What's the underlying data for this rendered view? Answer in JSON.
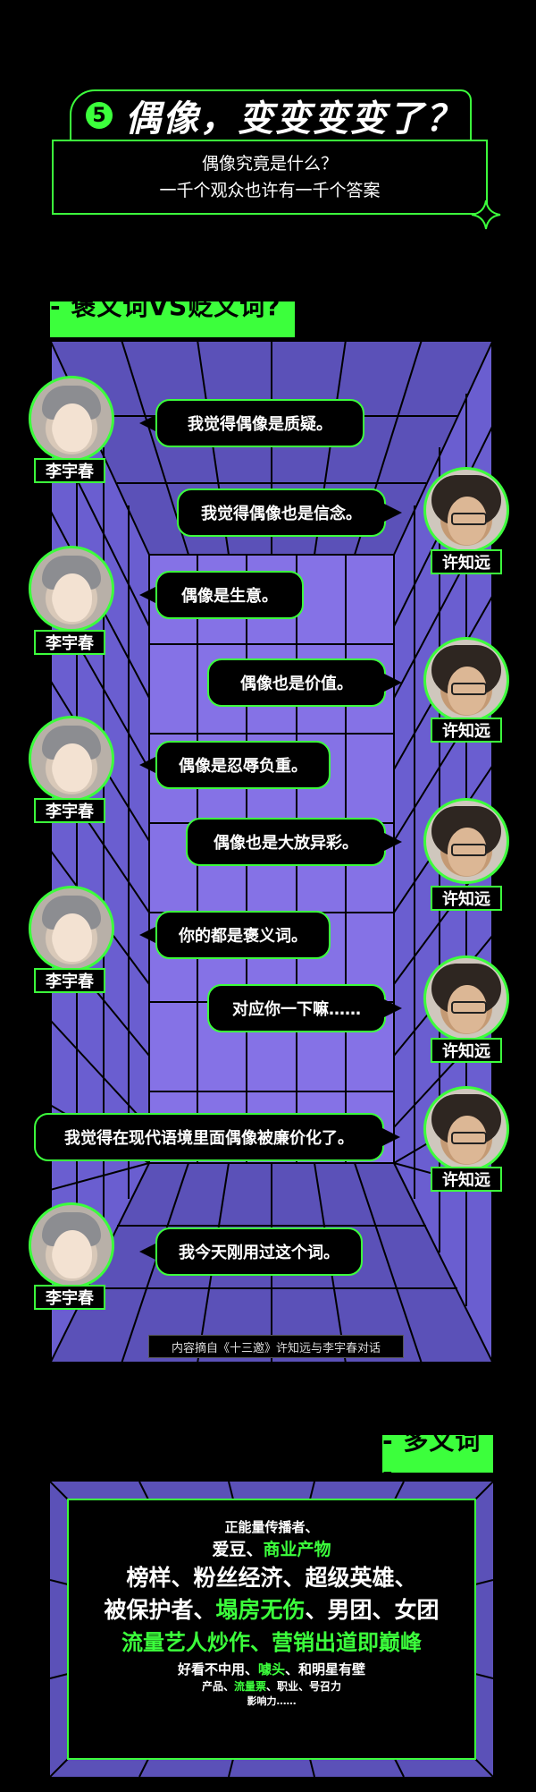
{
  "header": {
    "number": "5",
    "title": "偶像，变变变变了？",
    "question_lines": [
      "偶像究竟是什么？",
      "一千个观众也许有一千个答案"
    ]
  },
  "section1": {
    "tag": "- 褒义词VS贬义词? -"
  },
  "dialog": [
    {
      "speaker": "李宇春",
      "side": "left",
      "text": "我觉得偶像是质疑。"
    },
    {
      "speaker": "许知远",
      "side": "right",
      "text": "我觉得偶像也是信念。"
    },
    {
      "speaker": "李宇春",
      "side": "left",
      "text": "偶像是生意。"
    },
    {
      "speaker": "许知远",
      "side": "right",
      "text": "偶像也是价值。"
    },
    {
      "speaker": "李宇春",
      "side": "left",
      "text": "偶像是忍辱负重。"
    },
    {
      "speaker": "许知远",
      "side": "right",
      "text": "偶像也是大放异彩。"
    },
    {
      "speaker": "李宇春",
      "side": "left",
      "text": "你的都是褒义词。"
    },
    {
      "speaker": "许知远",
      "side": "right",
      "text": "对应你一下嘛……"
    },
    {
      "speaker": "许知远",
      "side": "right",
      "text": "我觉得在现代语境里面偶像被廉价化了。"
    },
    {
      "speaker": "李宇春",
      "side": "left",
      "text": "我今天刚用过这个词。"
    }
  ],
  "credit": "内容摘自《十三邀》许知远与李宇春对话",
  "section2": {
    "tag": "- 多义词 -"
  },
  "word_cloud": [
    [
      {
        "t": "正能量传播者、",
        "c": "w"
      }
    ],
    [
      {
        "t": "爱豆、",
        "c": "w"
      },
      {
        "t": "商业产物",
        "c": "g"
      }
    ],
    [
      {
        "t": "榜样、粉丝经济、超级英雄、",
        "c": "w"
      }
    ],
    [
      {
        "t": "被保护者、",
        "c": "w"
      },
      {
        "t": "塌房无伤",
        "c": "g"
      },
      {
        "t": "、男团、女团",
        "c": "w"
      }
    ],
    [
      {
        "t": "流量艺人炒作、营销出道即巅峰",
        "c": "g"
      }
    ],
    [
      {
        "t": "好看不中用、",
        "c": "w"
      },
      {
        "t": "噱头",
        "c": "g"
      },
      {
        "t": "、和明星有壁",
        "c": "w"
      }
    ],
    [
      {
        "t": "产品、",
        "c": "w"
      },
      {
        "t": "流量票",
        "c": "g"
      },
      {
        "t": "、职业、号召力",
        "c": "w"
      }
    ],
    [
      {
        "t": "影响力……",
        "c": "w"
      }
    ]
  ],
  "colors": {
    "accent": "#3cff3c",
    "stage_purple": "#5b51b8",
    "stage_inner": "#8572e6",
    "background": "#000000"
  }
}
